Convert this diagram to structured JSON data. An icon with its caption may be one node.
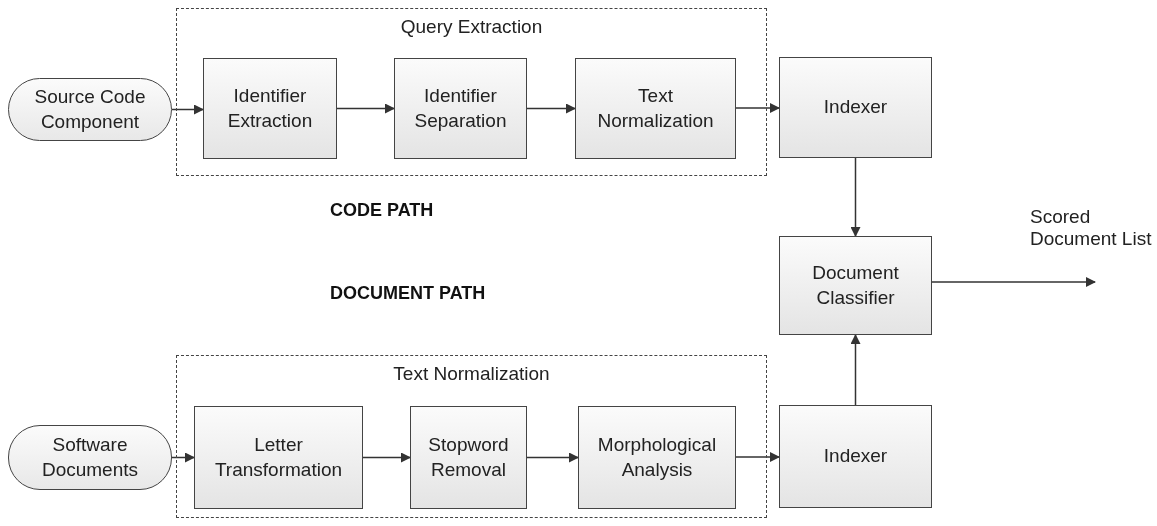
{
  "diagram": {
    "nodes": [
      {
        "text": [
          "Query Extraction"
        ]
      },
      {
        "text": [
          "Source Code Component"
        ]
      },
      {
        "text": [
          "Identifier Extraction"
        ],
        "in": 0
      },
      {
        "text": [
          "Identifier Separation"
        ],
        "in": 0
      },
      {
        "text": [
          "Text Normalization"
        ],
        "in": 0
      },
      {
        "text": [
          "Indexer"
        ]
      },
      {
        "text": [
          "Document Classifier"
        ]
      },
      {
        "text": [
          "Text Normalization"
        ]
      },
      {
        "text": [
          "Software Documents"
        ]
      },
      {
        "text": [
          "Letter Transformation"
        ],
        "in": 7
      },
      {
        "text": [
          "Stopword Removal"
        ],
        "in": 7
      },
      {
        "text": [
          "Morphological Analysis"
        ],
        "in": 7
      },
      {
        "text": [
          "Indexer"
        ]
      }
    ],
    "edges": [
      {
        "from": 1,
        "to": 2,
        "arrow": "to"
      },
      {
        "from": 2,
        "to": 3,
        "arrow": "to"
      },
      {
        "from": 3,
        "to": 4,
        "arrow": "to"
      },
      {
        "from": 4,
        "to": 5,
        "arrow": "to"
      },
      {
        "from": 5,
        "to": 6,
        "arrow": "to"
      },
      {
        "from": 6,
        "to": null,
        "arrow": "to",
        "label": "Scored Document List"
      },
      {
        "from": 8,
        "to": 9,
        "arrow": "to"
      },
      {
        "from": 9,
        "to": 10,
        "arrow": "to"
      },
      {
        "from": 10,
        "to": 11,
        "arrow": "to"
      },
      {
        "from": 11,
        "to": 12,
        "arrow": "to"
      },
      {
        "from": 12,
        "to": 6,
        "arrow": "to"
      }
    ],
    "labels": [
      "CODE PATH",
      "DOCUMENT PATH"
    ]
  }
}
